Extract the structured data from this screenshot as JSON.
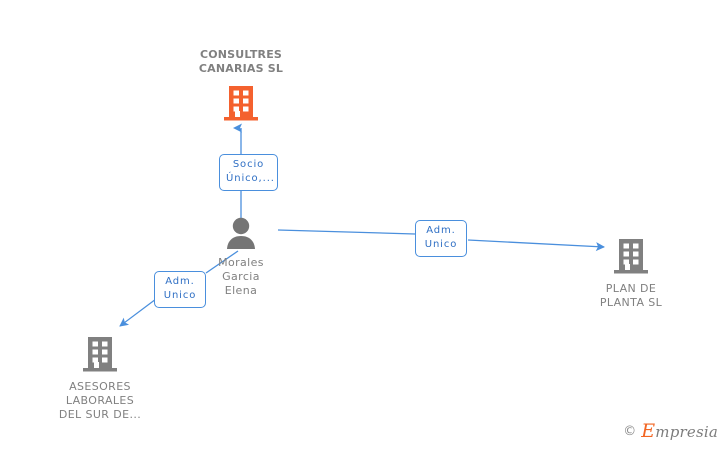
{
  "diagram": {
    "type": "corporate-relationship-graph",
    "background_color": "#ffffff",
    "colors": {
      "active_company": "#f4612e",
      "company": "#808080",
      "person": "#757575",
      "edge": "#4a8fdd",
      "relation_text": "#2f6fc4",
      "label_text": "#808080"
    }
  },
  "nodes": {
    "root_company": {
      "name": "CONSULTRES\nCANARIAS SL",
      "icon": "building-icon",
      "kind": "company",
      "highlighted": true
    },
    "person": {
      "name": "Morales\nGarcia\nElena",
      "icon": "person-icon",
      "kind": "person",
      "highlighted": false
    },
    "company_right": {
      "name": "PLAN DE\nPLANTA SL",
      "icon": "building-icon",
      "kind": "company",
      "highlighted": false
    },
    "company_bottom_left": {
      "name": "ASESORES\nLABORALES\nDEL SUR DE...",
      "icon": "building-icon",
      "kind": "company",
      "highlighted": false
    }
  },
  "edges": [
    {
      "id": "person-to-root",
      "from": "person",
      "to": "root_company",
      "label": "Socio\nÚnico,...",
      "direction": "up"
    },
    {
      "id": "person-to-company-right",
      "from": "person",
      "to": "company_right",
      "label": "Adm.\nUnico",
      "direction": "right"
    },
    {
      "id": "person-to-company-bottom-left",
      "from": "person",
      "to": "company_bottom_left",
      "label": "Adm.\nUnico",
      "direction": "down-left"
    }
  ],
  "watermark": {
    "copyright": "©",
    "brand_initial": "E",
    "brand_rest": "mpresia"
  }
}
